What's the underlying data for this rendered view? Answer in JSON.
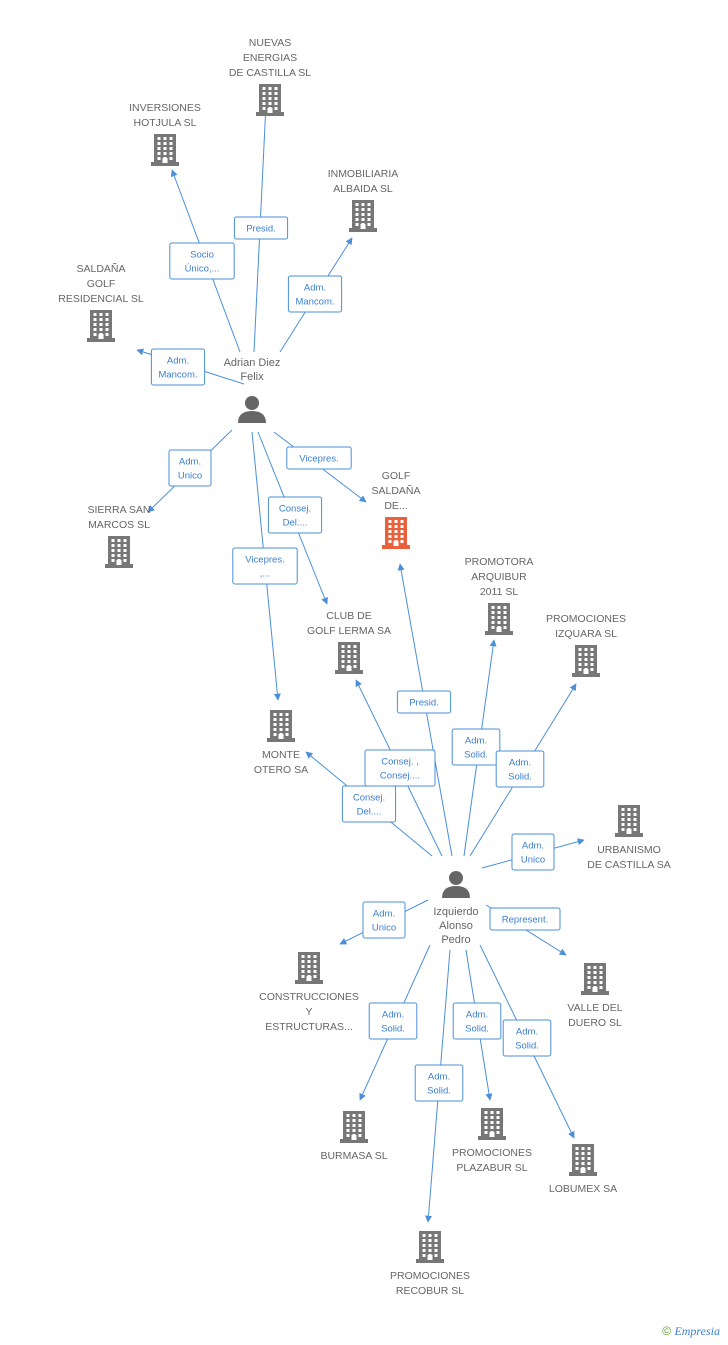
{
  "colors": {
    "edge": "#4a8fd8",
    "building": "#777777",
    "focus_building": "#e8603c",
    "person": "#666666"
  },
  "nodes": [
    {
      "id": "nuevas",
      "type": "company",
      "label": [
        "NUEVAS",
        "ENERGIAS",
        "DE CASTILLA SL"
      ],
      "icon": "building-icon"
    },
    {
      "id": "inversiones",
      "type": "company",
      "label": [
        "INVERSIONES",
        "HOTJULA SL"
      ],
      "icon": "building-icon"
    },
    {
      "id": "inmobiliaria",
      "type": "company",
      "label": [
        "INMOBILIARIA",
        "ALBAIDA SL"
      ],
      "icon": "building-icon"
    },
    {
      "id": "saldana",
      "type": "company",
      "label": [
        "SALDAÑA",
        "GOLF",
        "RESIDENCIAL SL"
      ],
      "icon": "building-icon"
    },
    {
      "id": "adrian",
      "type": "person",
      "label": [
        "Adrian Diez",
        "Felix"
      ],
      "icon": "person-icon"
    },
    {
      "id": "sierra",
      "type": "company",
      "label": [
        "SIERRA SAN",
        "MARCOS SL"
      ],
      "icon": "building-icon"
    },
    {
      "id": "golf",
      "type": "company",
      "focus": true,
      "label": [
        "GOLF",
        "SALDAÑA",
        "DE..."
      ],
      "icon": "building-icon"
    },
    {
      "id": "promotora",
      "type": "company",
      "label": [
        "PROMOTORA",
        "ARQUIBUR",
        "2011 SL"
      ],
      "icon": "building-icon"
    },
    {
      "id": "promizq",
      "type": "company",
      "label": [
        "PROMOCIONES",
        "IZQUARA SL"
      ],
      "icon": "building-icon"
    },
    {
      "id": "club",
      "type": "company",
      "label": [
        "CLUB DE",
        "GOLF LERMA SA"
      ],
      "icon": "building-icon"
    },
    {
      "id": "monte",
      "type": "company",
      "label": [
        "MONTE",
        "OTERO SA"
      ],
      "icon": "building-icon"
    },
    {
      "id": "urbanismo",
      "type": "company",
      "label": [
        "URBANISMO",
        "DE CASTILLA SA"
      ],
      "icon": "building-icon"
    },
    {
      "id": "izquierdo",
      "type": "person",
      "label": [
        "Izquierdo",
        "Alonso",
        "Pedro"
      ],
      "icon": "person-icon"
    },
    {
      "id": "construcciones",
      "type": "company",
      "label": [
        "CONSTRUCCIONES",
        "Y",
        "ESTRUCTURAS..."
      ],
      "icon": "building-icon"
    },
    {
      "id": "valle",
      "type": "company",
      "label": [
        "VALLE DEL",
        "DUERO SL"
      ],
      "icon": "building-icon"
    },
    {
      "id": "burmasa",
      "type": "company",
      "label": [
        "BURMASA SL"
      ],
      "icon": "building-icon"
    },
    {
      "id": "plazabur",
      "type": "company",
      "label": [
        "PROMOCIONES",
        "PLAZABUR SL"
      ],
      "icon": "building-icon"
    },
    {
      "id": "lobumex",
      "type": "company",
      "label": [
        "LOBUMEX SA"
      ],
      "icon": "building-icon"
    },
    {
      "id": "recobur",
      "type": "company",
      "label": [
        "PROMOCIONES",
        "RECOBUR SL"
      ],
      "icon": "building-icon"
    }
  ],
  "edges": [
    {
      "from": "adrian",
      "to": "nuevas",
      "label": [
        "Presid."
      ]
    },
    {
      "from": "adrian",
      "to": "inversiones",
      "label": [
        "Socio",
        "Único,..."
      ]
    },
    {
      "from": "adrian",
      "to": "inmobiliaria",
      "label": [
        "Adm.",
        "Mancom."
      ]
    },
    {
      "from": "adrian",
      "to": "saldana",
      "label": [
        "Adm.",
        "Mancom."
      ]
    },
    {
      "from": "adrian",
      "to": "sierra",
      "label": [
        "Adm.",
        "Unico"
      ]
    },
    {
      "from": "adrian",
      "to": "golf",
      "label": [
        "Vicepres."
      ]
    },
    {
      "from": "adrian",
      "to": "club",
      "label": [
        "Consej.",
        "Del...."
      ]
    },
    {
      "from": "adrian",
      "to": "monte",
      "label": [
        "Vicepres.",
        ",..."
      ]
    },
    {
      "from": "izquierdo",
      "to": "golf",
      "label": [
        "Presid."
      ]
    },
    {
      "from": "izquierdo",
      "to": "promotora",
      "label": [
        "Adm.",
        "Solid."
      ]
    },
    {
      "from": "izquierdo",
      "to": "promizq",
      "label": [
        "Adm.",
        "Solid."
      ]
    },
    {
      "from": "izquierdo",
      "to": "club",
      "label": [
        "Consej. ,",
        "Consej...."
      ]
    },
    {
      "from": "izquierdo",
      "to": "monte",
      "label": [
        "Consej.",
        "Del...."
      ]
    },
    {
      "from": "izquierdo",
      "to": "urbanismo",
      "label": [
        "Adm.",
        "Unico"
      ]
    },
    {
      "from": "izquierdo",
      "to": "construcciones",
      "label": [
        "Adm.",
        "Unico"
      ]
    },
    {
      "from": "izquierdo",
      "to": "valle",
      "label": [
        "Represent."
      ]
    },
    {
      "from": "izquierdo",
      "to": "burmasa",
      "label": [
        "Adm.",
        "Solid."
      ]
    },
    {
      "from": "izquierdo",
      "to": "plazabur",
      "label": [
        "Adm.",
        "Solid."
      ]
    },
    {
      "from": "izquierdo",
      "to": "lobumex",
      "label": [
        "Adm.",
        "Solid."
      ]
    },
    {
      "from": "izquierdo",
      "to": "recobur",
      "label": [
        "Adm.",
        "Solid."
      ]
    }
  ],
  "watermark": {
    "symbol": "©",
    "brand": "Empresia"
  }
}
